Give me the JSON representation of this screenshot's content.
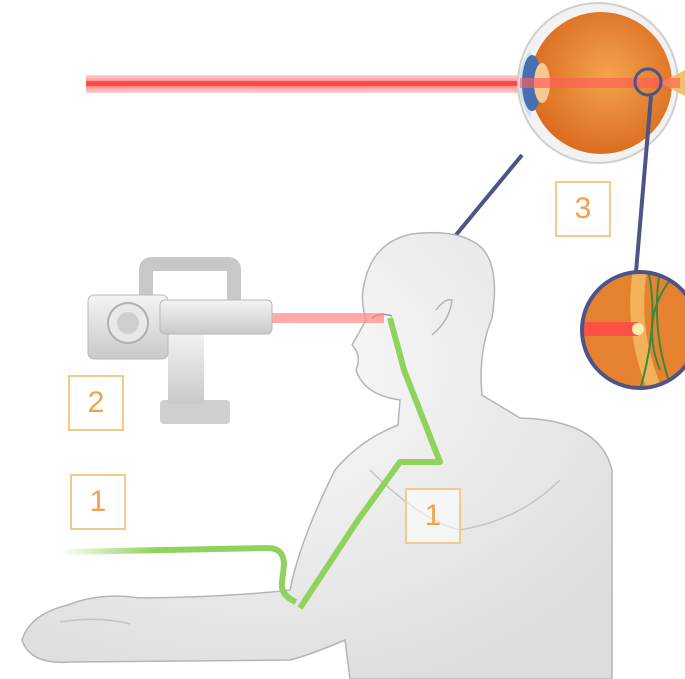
{
  "labels": {
    "step_1_left": "1",
    "step_1_body": "1",
    "step_2": "2",
    "step_3": "3"
  },
  "colors": {
    "laser": "#ff6f6f",
    "fiber": "#8fd35d",
    "connector_line": "#4d5486",
    "label_border": "#f3c98c",
    "label_text": "#f0a24a",
    "eye_iris_blue": "#4a6fae",
    "eye_orange": "#e8842c"
  }
}
